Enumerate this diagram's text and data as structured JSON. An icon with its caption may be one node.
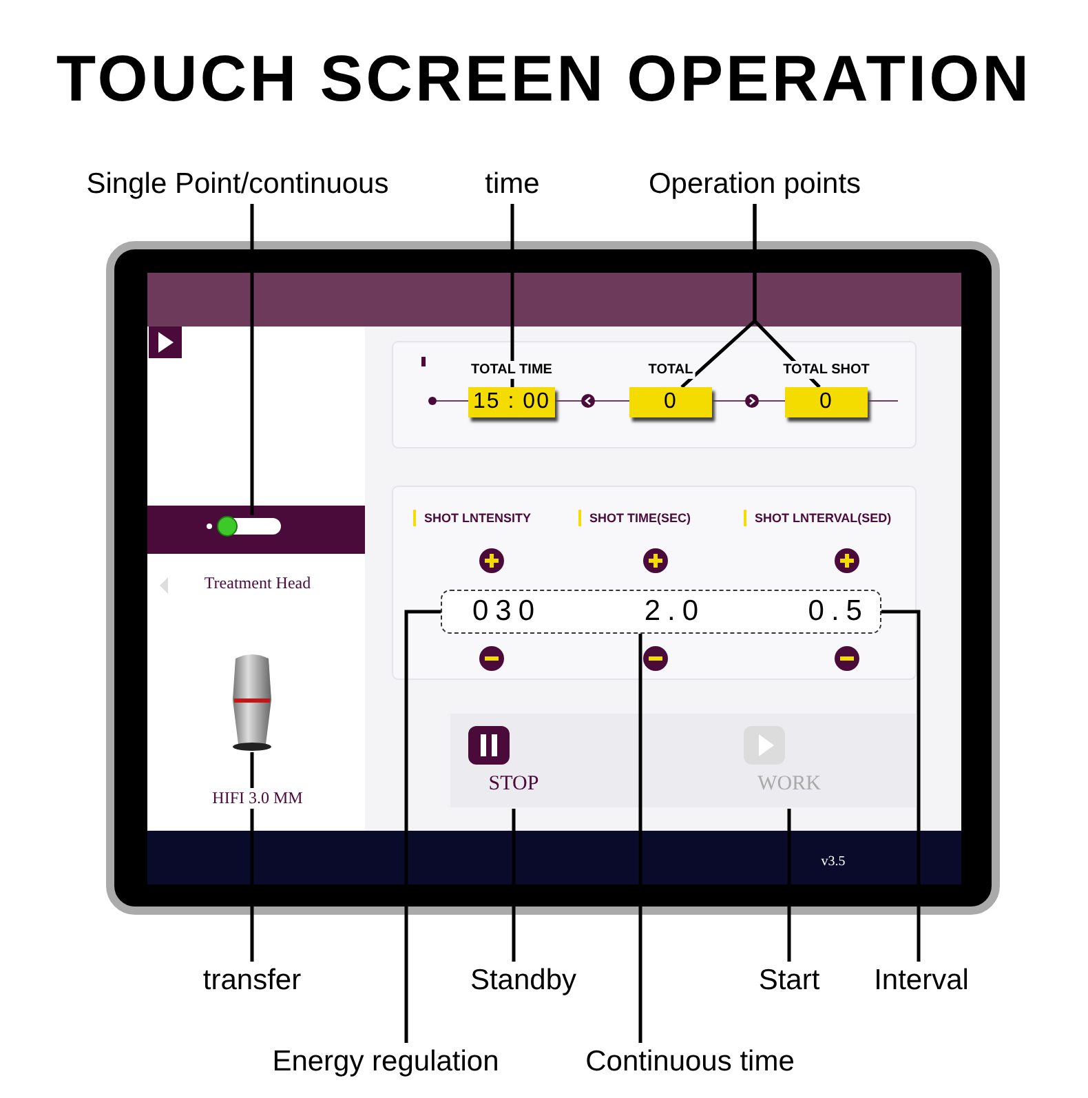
{
  "diagram": {
    "title": "TOUCH SCREEN OPERATION",
    "nodes": [
      {
        "text": [
          "Single Point/continuous"
        ]
      },
      {
        "text": [
          "time"
        ]
      },
      {
        "text": [
          "Operation points"
        ]
      },
      {
        "text": [
          "transfer"
        ]
      },
      {
        "text": [
          "Standby"
        ]
      },
      {
        "text": [
          "Start"
        ]
      },
      {
        "text": [
          "Interval"
        ]
      },
      {
        "text": [
          "Energy regulation"
        ]
      },
      {
        "text": [
          "Continuous time"
        ]
      },
      {
        "text": [],
        "shape": "box"
      },
      {
        "text": [
          "15 : 00"
        ],
        "beside": [
          "TOTAL TIME"
        ]
      },
      {
        "text": [
          "0"
        ],
        "beside": [
          "TOTAL"
        ]
      },
      {
        "text": [
          "0"
        ],
        "beside": [
          "TOTAL SHOT"
        ]
      },
      {
        "text": [],
        "shape": "picture"
      },
      {
        "text": [
          "STOP"
        ]
      },
      {
        "text": [
          "WORK"
        ]
      },
      {
        "text": [
          "030",
          "2.0",
          "0.5"
        ]
      }
    ],
    "edges": [
      {
        "from": 0,
        "to": 9,
        "arrow": "none"
      },
      {
        "from": 1,
        "to": 10,
        "arrow": "none"
      },
      {
        "from": 2,
        "to": 11,
        "arrow": "none"
      },
      {
        "from": 2,
        "to": 12,
        "arrow": "none"
      },
      {
        "from": 3,
        "to": 13,
        "arrow": "none"
      },
      {
        "from": 4,
        "to": 14,
        "arrow": "none"
      },
      {
        "from": 5,
        "to": 15,
        "arrow": "none"
      },
      {
        "from": 6,
        "to": 16,
        "arrow": "none"
      },
      {
        "from": 7,
        "to": 16,
        "arrow": "none"
      },
      {
        "from": 8,
        "to": 16,
        "arrow": "none"
      }
    ],
    "labels": [
      "Treatment Head",
      "HIFI 3.0 MM",
      "SHOT LNTENSITY",
      "SHOT TIME(SEC)",
      "SHOT LNTERVAL(SED)",
      "v3.5"
    ]
  }
}
